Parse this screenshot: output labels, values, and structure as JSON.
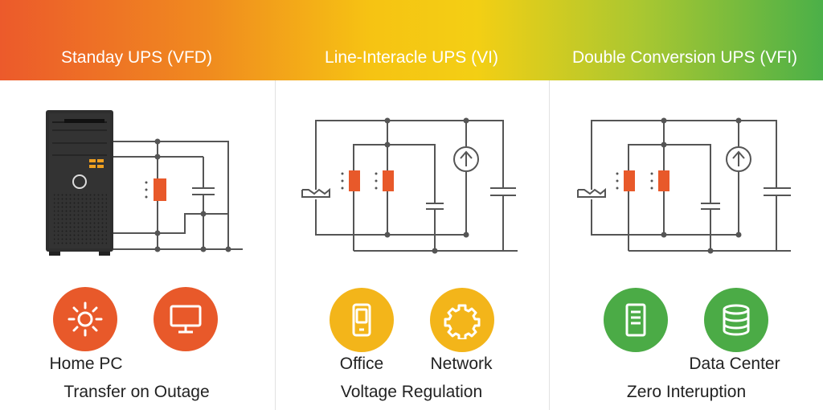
{
  "colors": {
    "orange": "#e8592a",
    "yellow": "#f3b51a",
    "green": "#4bab46",
    "wire": "#555555",
    "component": "#e8592a"
  },
  "columns": [
    {
      "title": "Standay UPS (VFD)",
      "icons": [
        "sun-icon",
        "monitor-icon"
      ],
      "labels": [
        "Home PC"
      ],
      "caption": "Transfer on Outage"
    },
    {
      "title": "Line-Interacle UPS (VI)",
      "icons": [
        "phone-icon",
        "network-gear-icon"
      ],
      "labels": [
        "Office",
        "Network"
      ],
      "caption": "Voltage Regulation"
    },
    {
      "title": "Double Conversion UPS (VFI)",
      "icons": [
        "server-icon",
        "database-icon"
      ],
      "labels": [
        "Data Center"
      ],
      "caption": "Zero Interuption"
    }
  ]
}
